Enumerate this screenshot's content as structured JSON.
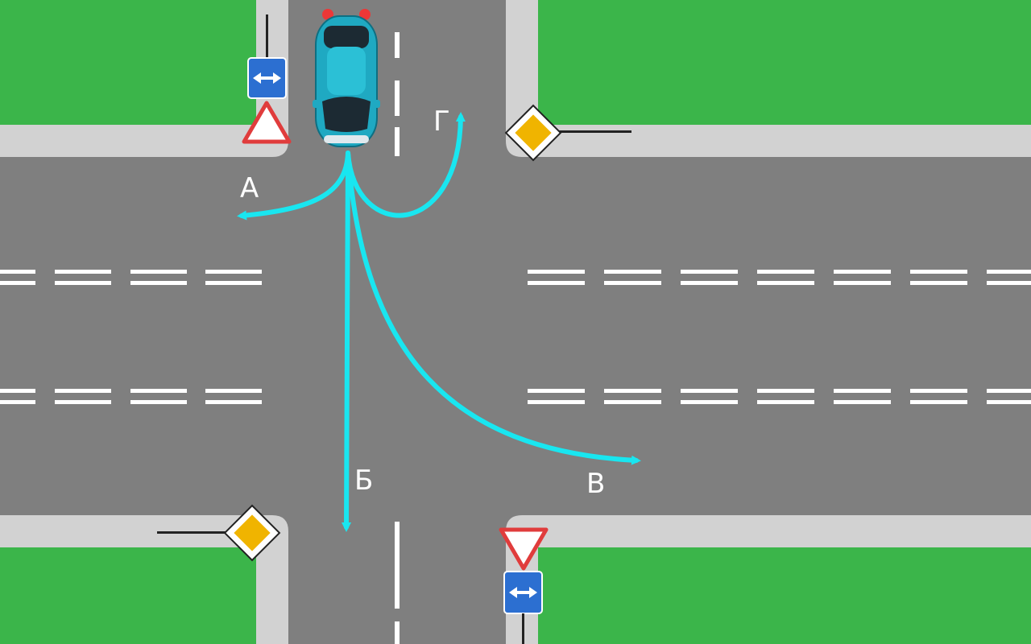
{
  "colors": {
    "grass": "#3bb54a",
    "sidewalk": "#d2d2d2",
    "road": "#7f7f7f",
    "lane_marking": "#ffffff",
    "route_arrow": "#19e6f0",
    "car_body": "#1fa9c2",
    "brake_light": "#ff2a2a",
    "priority_sign_fill": "#f0b400",
    "yield_sign_border": "#e03c3c",
    "info_sign_blue": "#2c6fd1"
  },
  "car": {
    "description_icon": "car-top-view-icon",
    "turn_signals": "both-on"
  },
  "routes": [
    {
      "id": "A",
      "label": "А"
    },
    {
      "id": "B",
      "label": "Б"
    },
    {
      "id": "V",
      "label": "В"
    },
    {
      "id": "G",
      "label": "Г"
    }
  ],
  "signs": {
    "top_left": [
      "two-way-traffic-icon",
      "yield-sign-icon"
    ],
    "top_right": [
      "priority-road-icon"
    ],
    "bottom_left": [
      "priority-road-icon"
    ],
    "bottom_right": [
      "yield-sign-icon",
      "two-way-traffic-icon"
    ]
  }
}
